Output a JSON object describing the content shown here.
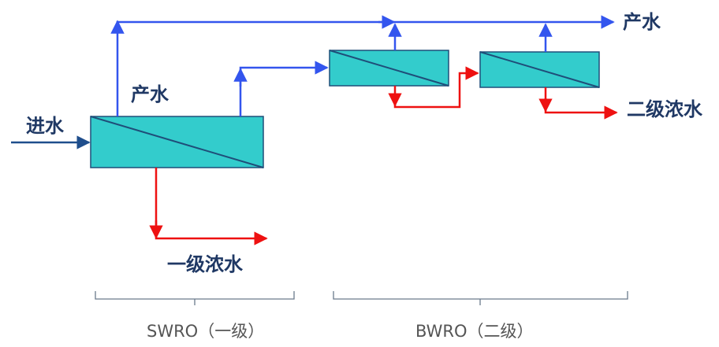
{
  "labels": {
    "feed": "进水",
    "permeate_stage1": "产水",
    "permeate_final": "产水",
    "concentrate_stage1": "一级浓水",
    "concentrate_stage2": "二级浓水"
  },
  "stages": {
    "swro": "SWRO（一级）",
    "bwro": "BWRO（二级）"
  },
  "colors": {
    "membrane_fill": "#33cccc",
    "membrane_stroke": "#1f4e79",
    "permeate_line": "#3355ee",
    "concentrate_line": "#ee1111",
    "feed_line": "#1f4e8c",
    "label_text": "#1f3864",
    "bracket": "#6b7b8c"
  },
  "icons": {
    "membrane_unit": "ro-membrane-box",
    "flow_arrow": "arrow-right"
  }
}
